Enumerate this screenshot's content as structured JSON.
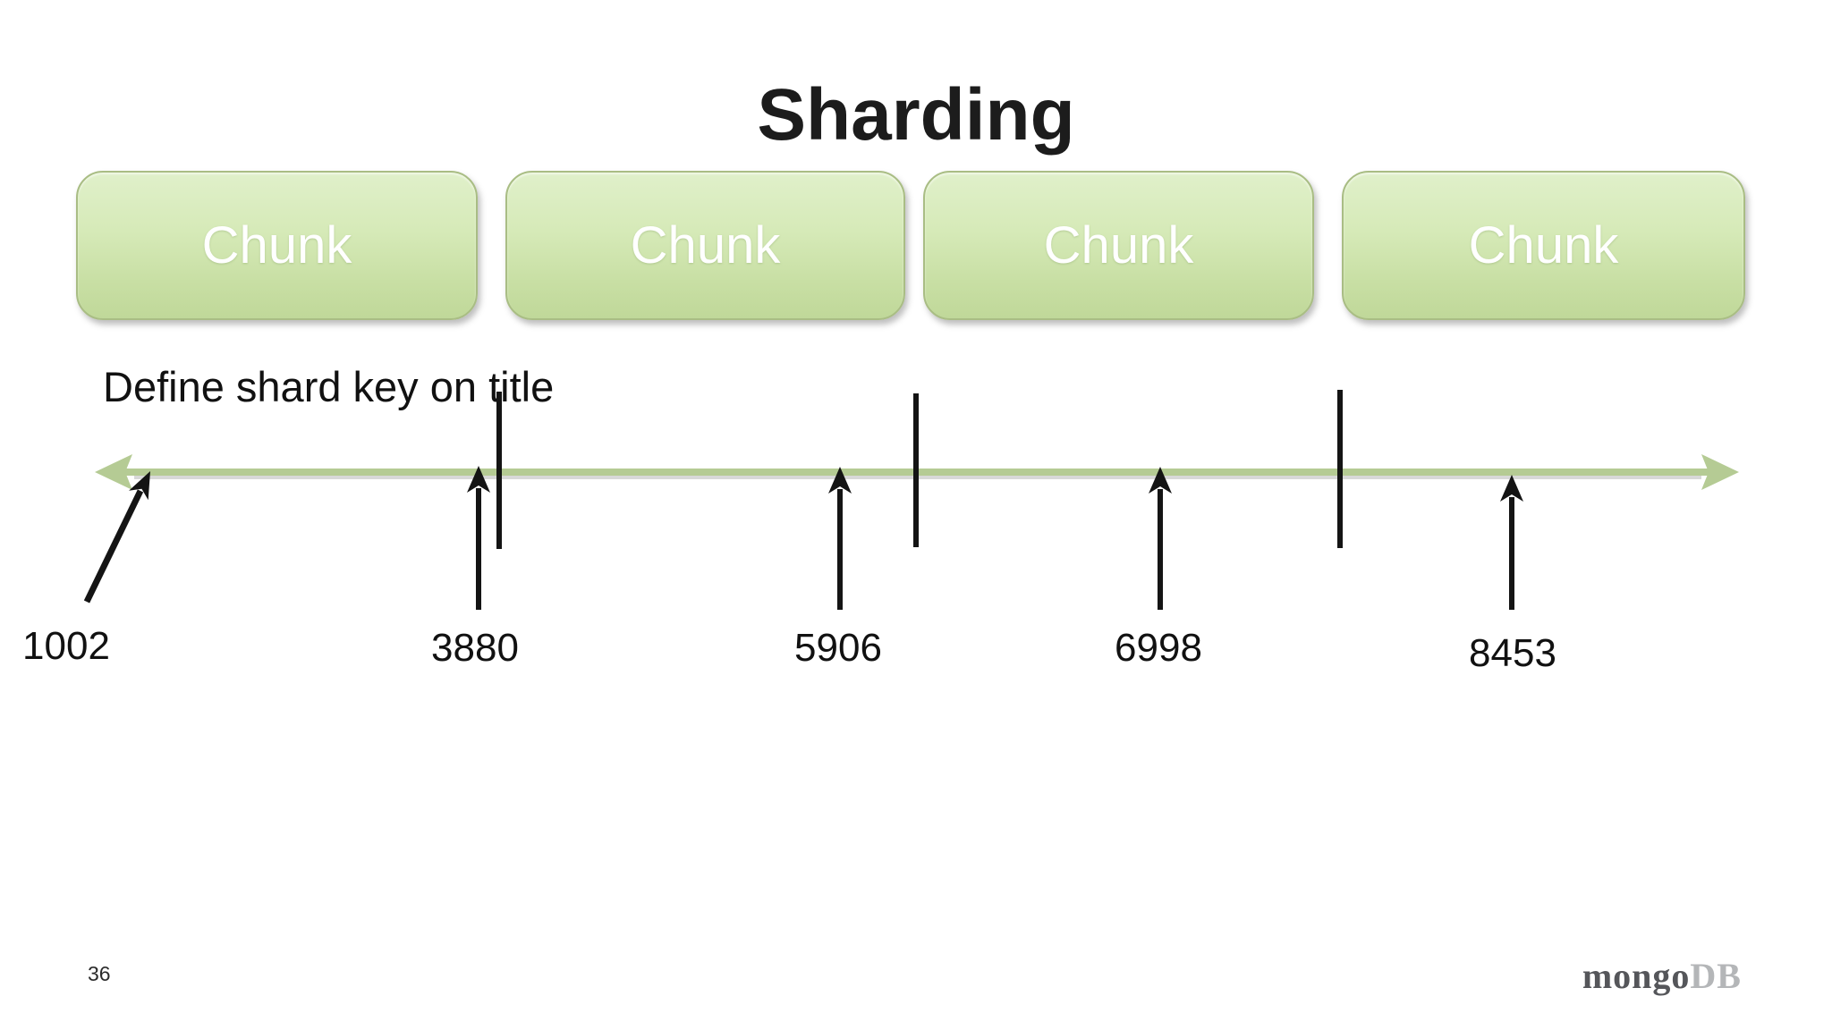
{
  "slide": {
    "title": "Sharding",
    "caption": "Define shard key on title",
    "page_number": "36",
    "logo": {
      "primary": "mongo",
      "secondary": "DB"
    }
  },
  "chunks": [
    {
      "label": "Chunk"
    },
    {
      "label": "Chunk"
    },
    {
      "label": "Chunk"
    },
    {
      "label": "Chunk"
    }
  ],
  "number_line": {
    "description": "shard key range with chunk boundaries",
    "shard_key_values": [
      "1002",
      "3880",
      "5906",
      "6998",
      "8453"
    ],
    "boundary_count": 3
  },
  "colors": {
    "chunk_fill_top": "#e0f0ca",
    "chunk_fill_bottom": "#c0d899",
    "chunk_border": "#a9bd84",
    "axis_green": "#b5cb94",
    "arrow_black": "#141414",
    "text_dark": "#161616",
    "logo_primary": "#55565a",
    "logo_secondary": "#b4b6b8"
  }
}
